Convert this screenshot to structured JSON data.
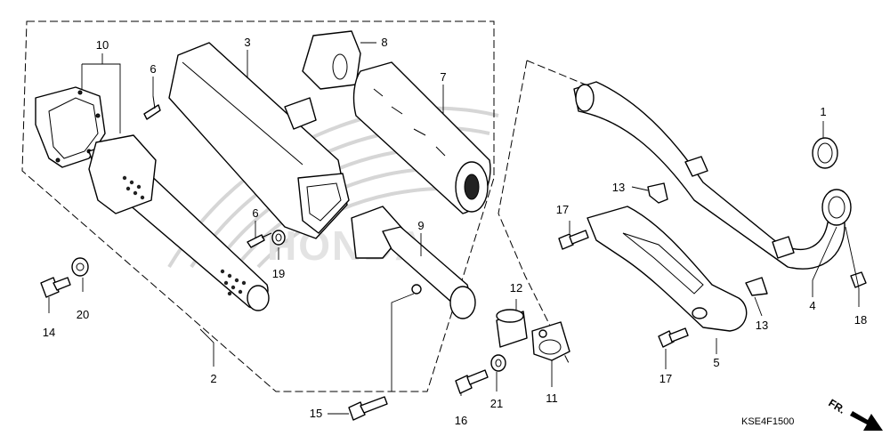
{
  "diagram": {
    "callouts": [
      {
        "id": "c1",
        "label": "1"
      },
      {
        "id": "c2",
        "label": "2"
      },
      {
        "id": "c3",
        "label": "3"
      },
      {
        "id": "c4",
        "label": "4"
      },
      {
        "id": "c5",
        "label": "5"
      },
      {
        "id": "c6a",
        "label": "6"
      },
      {
        "id": "c6b",
        "label": "6"
      },
      {
        "id": "c7",
        "label": "7"
      },
      {
        "id": "c8",
        "label": "8"
      },
      {
        "id": "c9",
        "label": "9"
      },
      {
        "id": "c10",
        "label": "10"
      },
      {
        "id": "c11",
        "label": "11"
      },
      {
        "id": "c12",
        "label": "12"
      },
      {
        "id": "c13a",
        "label": "13"
      },
      {
        "id": "c13b",
        "label": "13"
      },
      {
        "id": "c14",
        "label": "14"
      },
      {
        "id": "c15",
        "label": "15"
      },
      {
        "id": "c16",
        "label": "16"
      },
      {
        "id": "c17a",
        "label": "17"
      },
      {
        "id": "c17b",
        "label": "17"
      },
      {
        "id": "c18",
        "label": "18"
      },
      {
        "id": "c19",
        "label": "19"
      },
      {
        "id": "c20",
        "label": "20"
      },
      {
        "id": "c21",
        "label": "21"
      }
    ],
    "watermark_text": "HONDA",
    "direction_label": "FR.",
    "diagram_code": "KSE4F1500"
  }
}
